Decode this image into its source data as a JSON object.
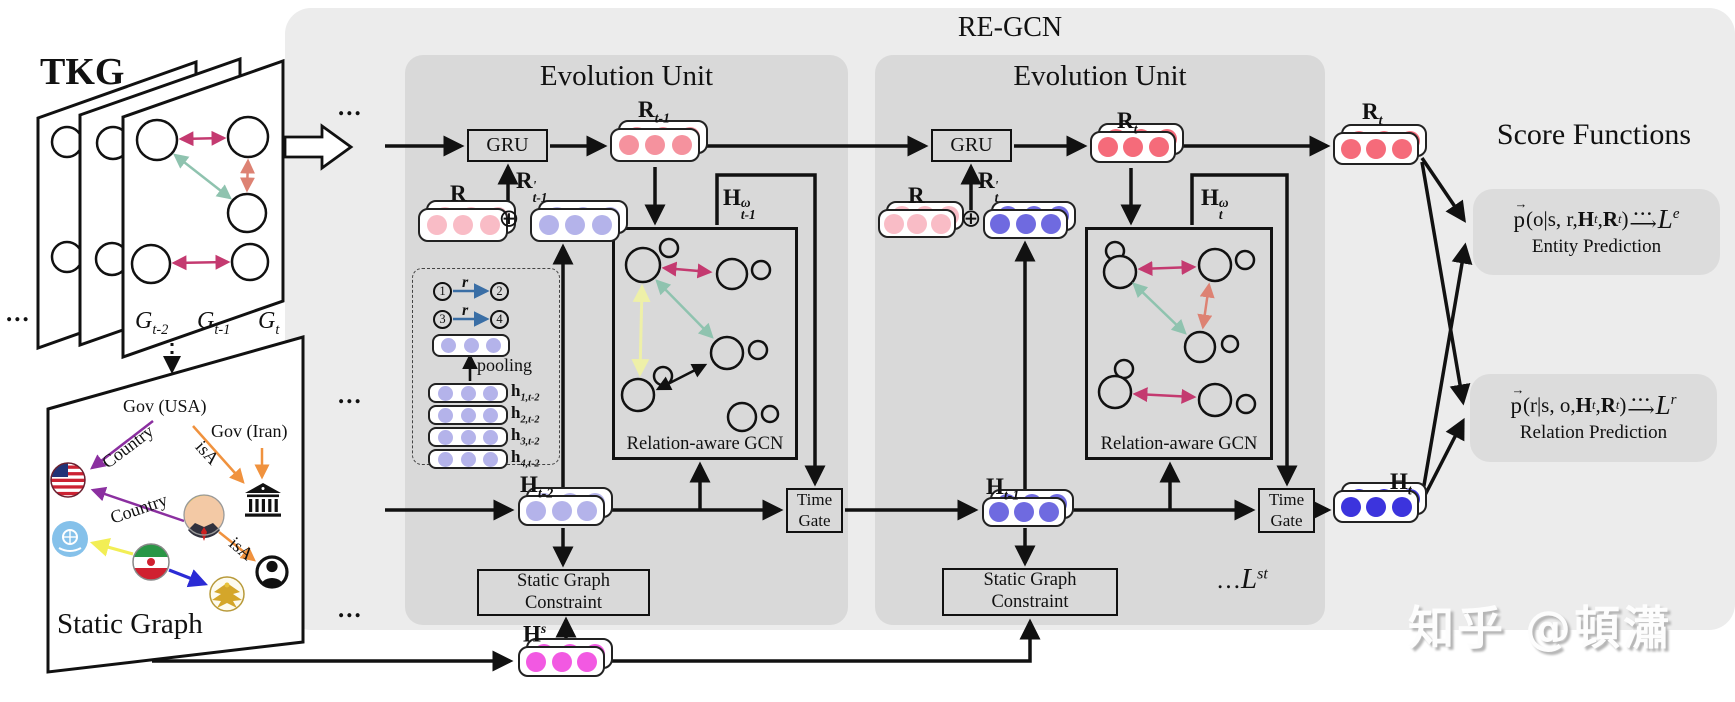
{
  "colors": {
    "outer_bg": "#ececec",
    "unit_bg": "#d9d9d9",
    "pink_light": "#f9bcc6",
    "pink": "#f5929e",
    "pink_strong": "#f56b7a",
    "lavender": "#b4b3ea",
    "blue_medium": "#6f6ae0",
    "blue_strong": "#3c34dd",
    "magenta": "#f259e2",
    "edge_crimson": "#c43a70",
    "edge_salmon": "#dd8273",
    "edge_teal": "#8fc3af",
    "edge_pale_yellow": "#eef0a8",
    "arrow_purple": "#8b2fa0",
    "arrow_orange": "#f0923e",
    "arrow_yellow": "#f2ee55",
    "arrow_blue": "#2b2bd5",
    "arrow_steel": "#3a6ea5"
  },
  "tkg": {
    "title": "TKG",
    "ellipsis": "...",
    "g1": {
      "base": "G",
      "sub": "t-2"
    },
    "g2": {
      "base": "G",
      "sub": "t-1"
    },
    "g3": {
      "base": "G",
      "sub": "t"
    }
  },
  "static_graph": {
    "title": "Static Graph",
    "gov_usa": "Gov (USA)",
    "gov_iran": "Gov (Iran)",
    "country1": "Country",
    "country2": "Country",
    "isa1": "isA",
    "isa2": "isA"
  },
  "regcn_title": "RE-GCN",
  "ellipses": {
    "top": "...",
    "mid": "...",
    "bottom": "..."
  },
  "unit1": {
    "title": "Evolution Unit",
    "gru": "GRU",
    "r_out": {
      "base": "R",
      "sub": "t-1"
    },
    "r_in": {
      "base": "R"
    },
    "r_prime": {
      "base": "R",
      "sup": "'",
      "sub": "t-1"
    },
    "oplus": "⊕",
    "nodes": [
      "1",
      "2",
      "3",
      "4"
    ],
    "r_edge1": "r",
    "r_edge2": "r",
    "pooling": "pooling",
    "h_rows": [
      {
        "base": "h",
        "sub": "1,t-2"
      },
      {
        "base": "h",
        "sub": "2,t-2"
      },
      {
        "base": "h",
        "sub": "3,t-2"
      },
      {
        "base": "h",
        "sub": "4,t-2"
      }
    ],
    "h_state": {
      "base": "H",
      "sub": "t-2"
    },
    "h_omega": {
      "base": "H",
      "sup": "ω",
      "sub": "t-1"
    },
    "gcn_label": "Relation-aware GCN",
    "time_gate": {
      "line1": "Time",
      "line2": "Gate"
    },
    "sgc": {
      "line1": "Static Graph",
      "line2": "Constraint"
    },
    "h_static": {
      "base": "H",
      "sup": "s"
    }
  },
  "unit2": {
    "title": "Evolution Unit",
    "gru": "GRU",
    "r_out": {
      "base": "R",
      "sub": "t"
    },
    "r_in": {
      "base": "R"
    },
    "r_prime": {
      "base": "R",
      "sup": "'",
      "sub": "t"
    },
    "oplus": "⊕",
    "h_state": {
      "base": "H",
      "sub": "t-1"
    },
    "h_omega": {
      "base": "H",
      "sup": "ω",
      "sub": "t"
    },
    "gcn_label": "Relation-aware GCN",
    "time_gate": {
      "line1": "Time",
      "line2": "Gate"
    },
    "sgc": {
      "line1": "Static Graph",
      "line2": "Constraint"
    },
    "loss_st": {
      "dots": "…",
      "base": "L",
      "sup": "st"
    }
  },
  "outputs": {
    "r_final": {
      "base": "R",
      "sub": "t"
    },
    "h_final": {
      "base": "H",
      "sub": "t"
    }
  },
  "score": {
    "title": "Score Functions",
    "entity": {
      "vec": "→",
      "p": "p",
      "open": "(o|s, r, ",
      "h": "H",
      "h_sub": "t",
      "comma": ", ",
      "r": "R",
      "r_sub": "t",
      "close": ")",
      "dots": "···",
      "arrow": "⟶",
      "loss": "L",
      "loss_sup": "e",
      "caption": "Entity Prediction"
    },
    "relation": {
      "vec": "→",
      "p": "p",
      "open": "(r|s, o, ",
      "h": "H",
      "h_sub": "t",
      "comma": ", ",
      "r": "R",
      "r_sub": "t",
      "close": ")",
      "dots": "···",
      "arrow": "⟶",
      "loss": "L",
      "loss_sup": "r",
      "caption": "Relation Prediction"
    }
  },
  "watermark": "知乎 @頓瀟"
}
